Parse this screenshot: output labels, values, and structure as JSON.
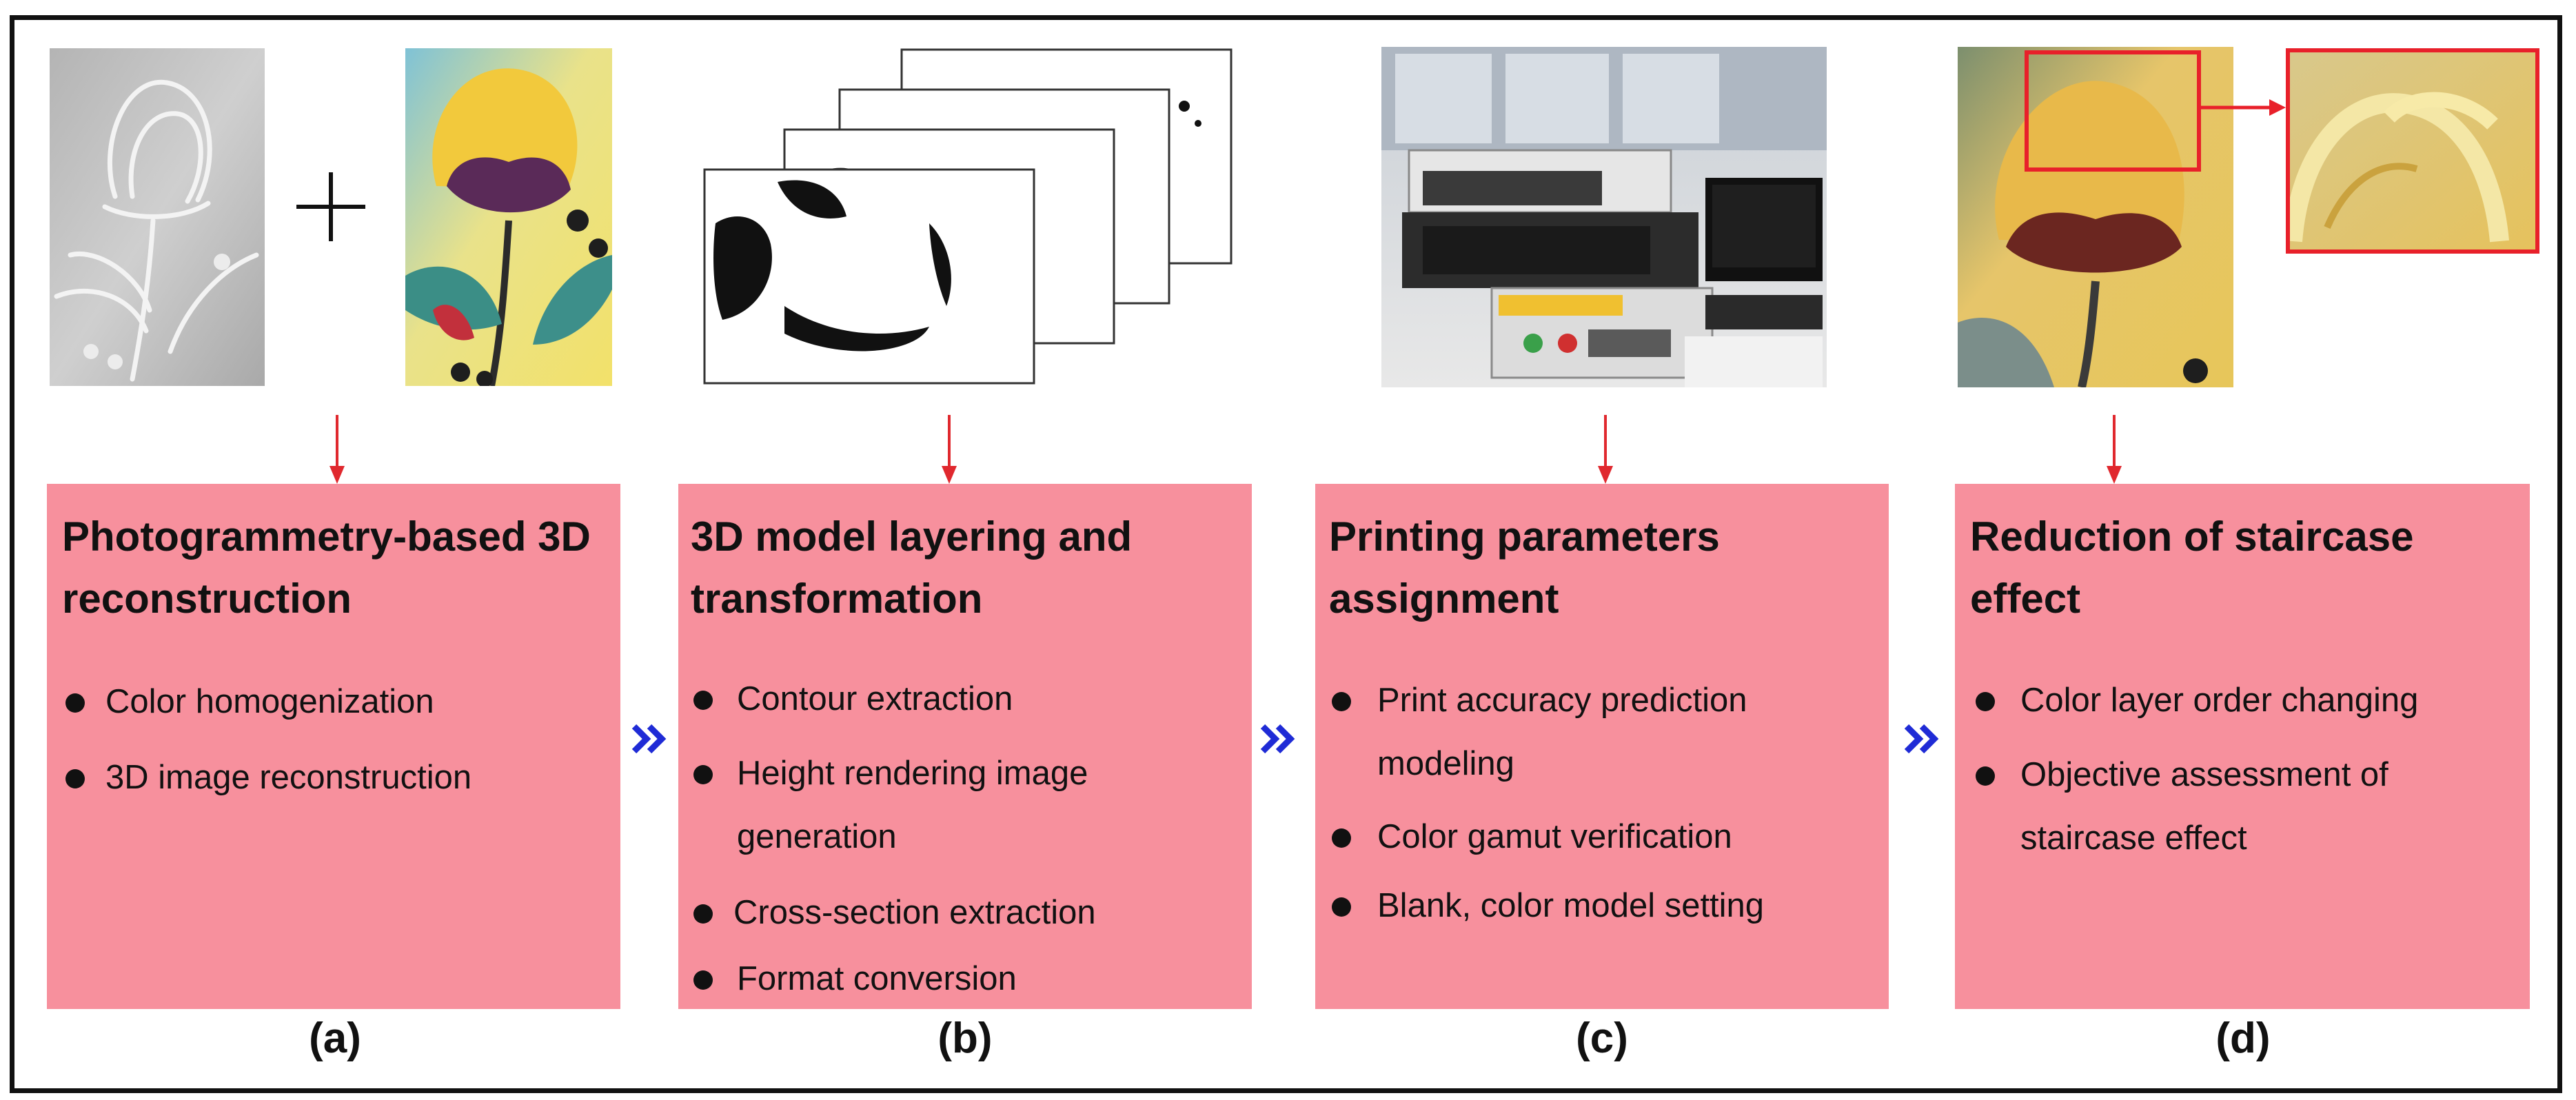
{
  "stages": [
    {
      "title": "Photogrammetry-based 3D reconstruction",
      "bullets": [
        "Color homogenization",
        "3D image reconstruction"
      ],
      "caption": "(a)"
    },
    {
      "title": "3D model layering and transformation",
      "bullets": [
        "Contour extraction",
        "Height rendering image generation",
        "Cross-section extraction",
        "Format conversion"
      ],
      "caption": "(b)"
    },
    {
      "title": "Printing parameters assignment",
      "bullets": [
        "Print accuracy prediction modeling",
        "Color gamut verification",
        "Blank, color model setting"
      ],
      "caption": "(c)"
    },
    {
      "title": "Reduction of staircase effect",
      "bullets": [
        "Color layer order changing",
        "Objective assessment of staircase effect"
      ],
      "caption": "(d)"
    }
  ],
  "colors": {
    "box_fill": "#f7909d",
    "down_arrow": "#e0282e",
    "flow_chevron": "#1f2bd6",
    "zoom_outline": "#e8202a"
  }
}
